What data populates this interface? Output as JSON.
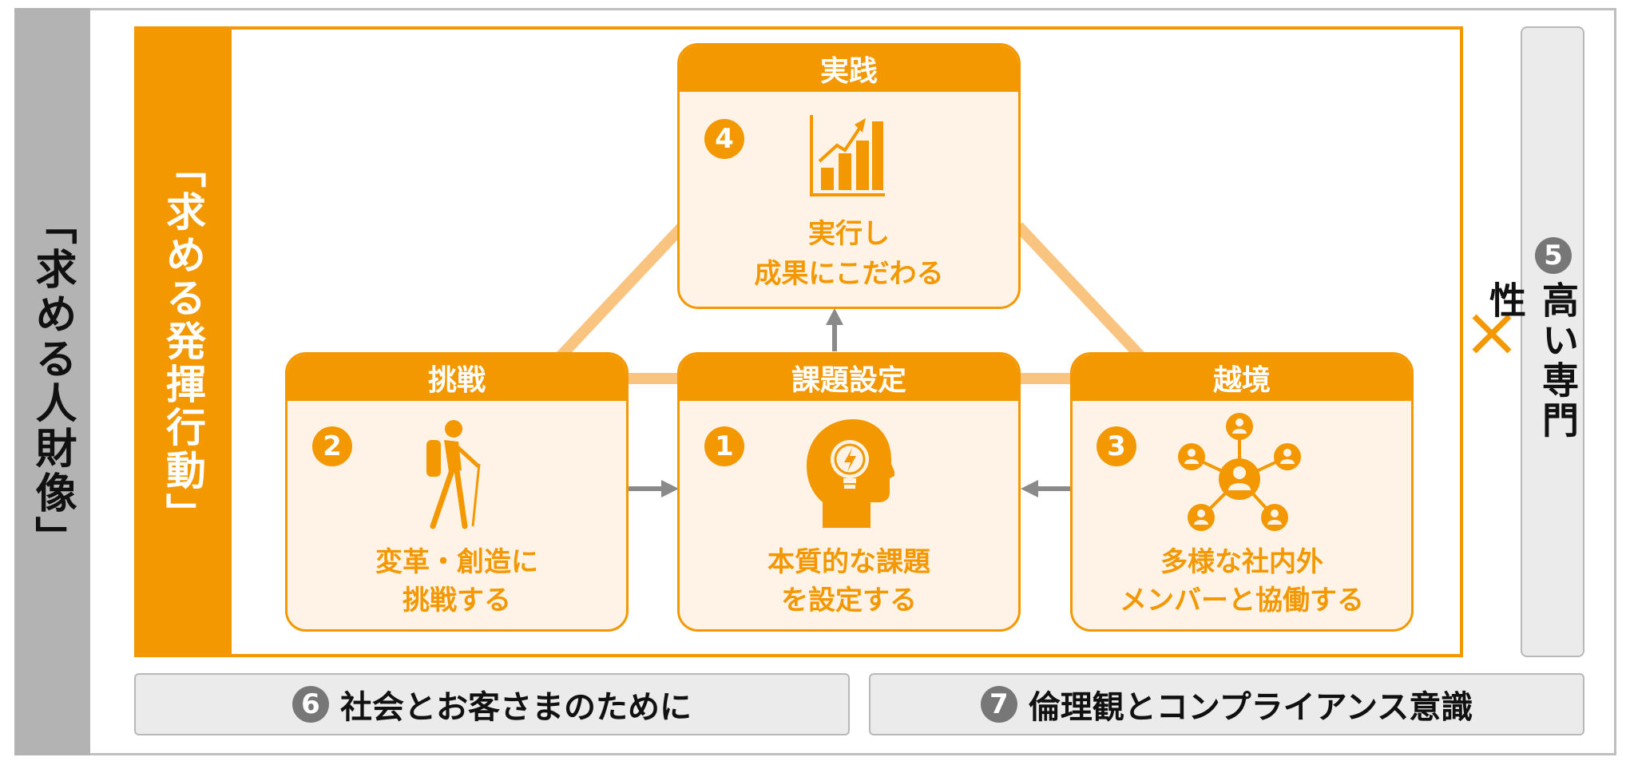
{
  "left_title": "「求める人財像」",
  "frame_title": "「求める発揮行動」",
  "cards": [
    {
      "num": "1",
      "head": "課題設定",
      "line1": "本質的な課題",
      "line2": "を設定する"
    },
    {
      "num": "2",
      "head": "挑戦",
      "line1": "変革・創造に",
      "line2": "挑戦する"
    },
    {
      "num": "3",
      "head": "越境",
      "line1": "多様な社内外",
      "line2": "メンバーと協働する"
    },
    {
      "num": "4",
      "head": "実践",
      "line1": "実行し",
      "line2": "成果にこだわる"
    }
  ],
  "right": {
    "num": "5",
    "text": "高い専門性"
  },
  "bottom": [
    {
      "num": "6",
      "text": "社会とお客さまのために"
    },
    {
      "num": "7",
      "text": "倫理観とコンプライアンス意識"
    }
  ],
  "colors": {
    "accent": "#f39800",
    "card_bg": "#fef3e6",
    "gray_band": "#b3b3b3",
    "badge_gray": "#777777"
  }
}
